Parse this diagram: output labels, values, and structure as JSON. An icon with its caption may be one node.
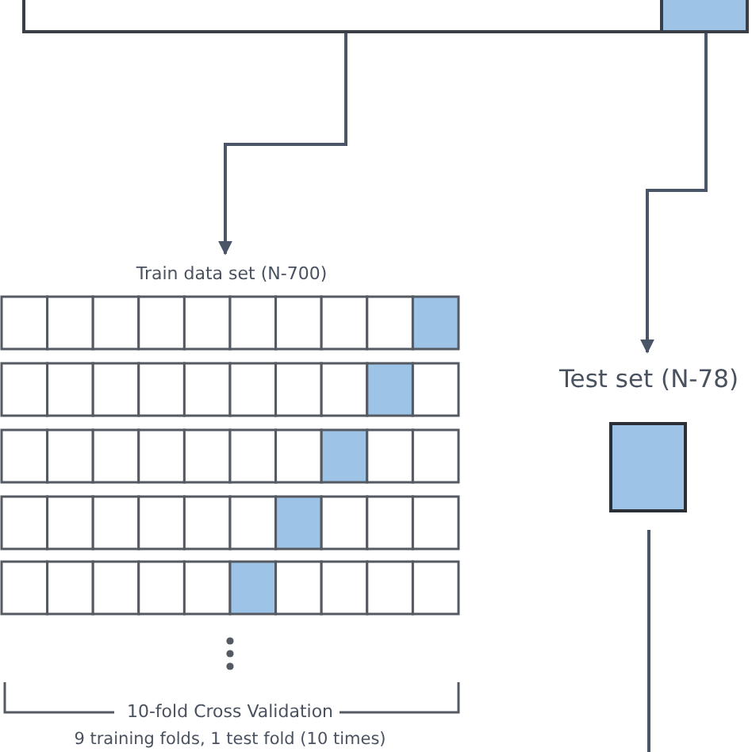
{
  "diagram": {
    "nodes": [
      {
        "text": [],
        "shape": "box"
      },
      {
        "text": [],
        "shape": "box",
        "in": 0
      },
      {
        "text": [
          "Train data set (N-700)"
        ]
      },
      {
        "text": [
          "Test set (N-78)"
        ]
      }
    ],
    "edges": [
      {
        "from": 0,
        "to": 2,
        "arrow": "to"
      },
      {
        "from": 1,
        "to": 3,
        "arrow": "to"
      },
      {
        "from": 3,
        "to": null,
        "arrow": "none"
      }
    ],
    "labels": [
      "10-fold Cross Validation",
      "9 training folds, 1 test fold (10 times)"
    ]
  }
}
